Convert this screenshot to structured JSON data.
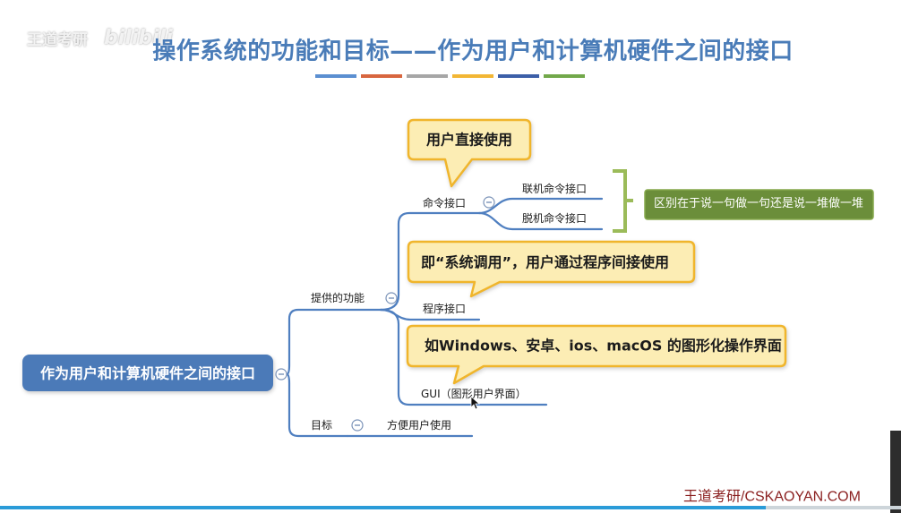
{
  "watermark": {
    "text": "王道考研",
    "logo": "bilibili"
  },
  "slide": {
    "title": "操作系统的功能和目标——作为用户和计算机硬件之间的接口",
    "title_color": "#4a7cb8",
    "accent_bar_colors": [
      "#5b8fd1",
      "#d8663f",
      "#a6a6a6",
      "#f2b634",
      "#3c5fa8",
      "#72a84a"
    ],
    "footer": "王道考研/CSKAOYAN.COM",
    "footer_color": "#8a1f1f"
  },
  "mindmap": {
    "root": {
      "label": "作为用户和计算机硬件之间的接口",
      "color": "#4b7ab8"
    },
    "functions": {
      "label": "提供的功能",
      "command": {
        "label": "命令接口",
        "online": "联机命令接口",
        "offline": "脱机命令接口"
      },
      "program": {
        "label": "程序接口"
      },
      "gui": {
        "label": "GUI（图形用户界面）"
      }
    },
    "goal": {
      "label": "目标",
      "convenience": "方便用户使用"
    },
    "connector_color": "#4f7fc0",
    "callouts": {
      "command": "用户直接使用",
      "program": "即“系统调用”，用户通过程序间接使用",
      "gui": "如Windows、安卓、ios、macOS 的图形化操作界面",
      "fill": "#fcedb4",
      "border": "#f0b52c"
    },
    "command_note": {
      "text": "区别在于说一句做一句还是说一堆做一堆",
      "color": "#6b8e3a",
      "border": "#86a94c",
      "bracket_color": "#9bbb59"
    }
  },
  "player": {
    "progress": 0.85,
    "progress_color": "#2a9bd8"
  }
}
